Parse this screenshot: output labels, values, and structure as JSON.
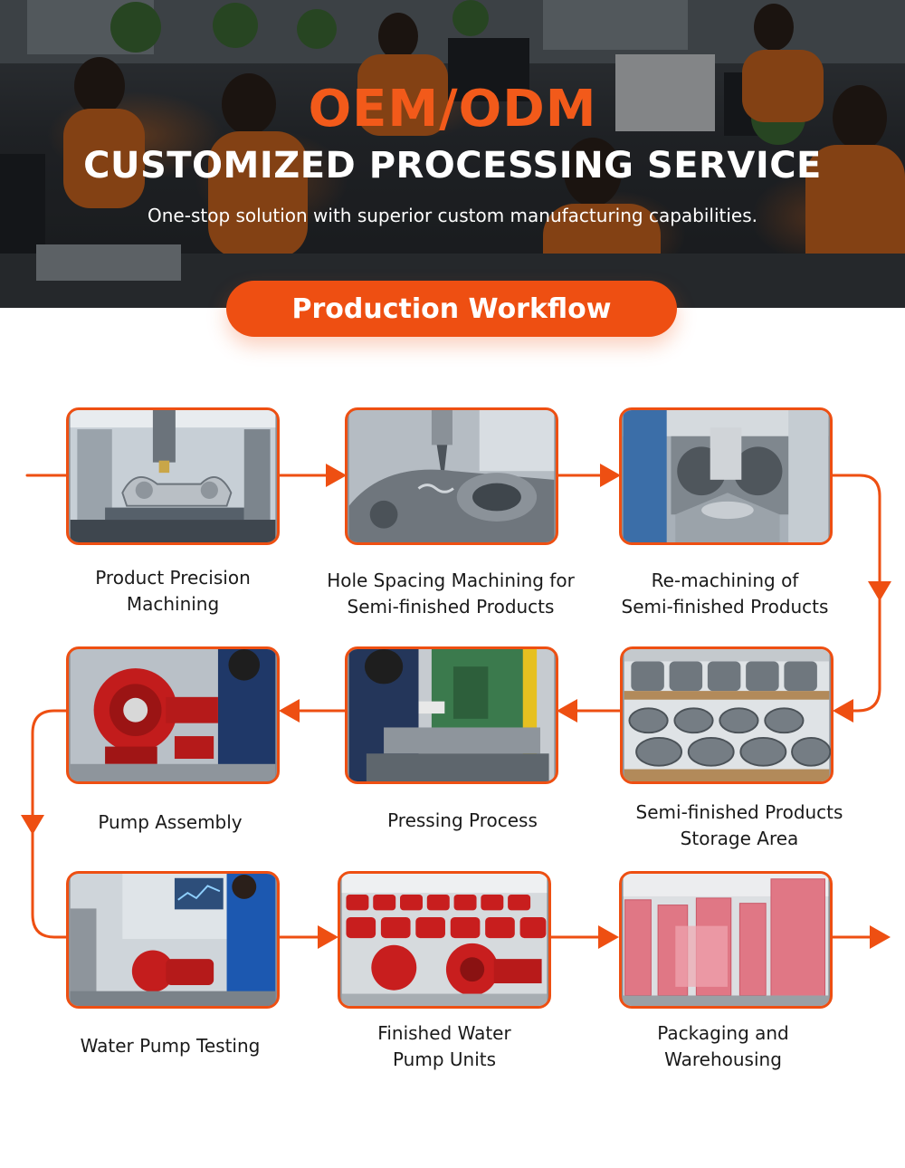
{
  "hero": {
    "title": "OEM/ODM",
    "subtitle": "CUSTOMIZED PROCESSING SERVICE",
    "tagline": "One-stop solution with superior custom manufacturing capabilities.",
    "section_label": "Production Workflow"
  },
  "colors": {
    "accent": "#ee4f12",
    "text": "#1a1a1a",
    "background": "#ffffff"
  },
  "steps": [
    {
      "order": 1,
      "icon": "cnc-machine-photo",
      "lines": [
        "Product Precision",
        "Machining"
      ]
    },
    {
      "order": 2,
      "icon": "drill-casting-photo",
      "lines": [
        "Hole Spacing Machining for",
        "Semi-finished Products"
      ]
    },
    {
      "order": 3,
      "icon": "polishing-line-photo",
      "lines": [
        "Re-machining of",
        "Semi-finished Products"
      ]
    },
    {
      "order": 4,
      "icon": "storage-pallets-photo",
      "lines": [
        "Semi-finished Products",
        "Storage Area"
      ]
    },
    {
      "order": 5,
      "icon": "press-machine-photo",
      "lines": [
        "Pressing Process"
      ]
    },
    {
      "order": 6,
      "icon": "red-pump-assembly-photo",
      "lines": [
        "Pump Assembly"
      ]
    },
    {
      "order": 7,
      "icon": "pump-test-bench-photo",
      "lines": [
        "Water Pump Testing"
      ]
    },
    {
      "order": 8,
      "icon": "finished-pumps-photo",
      "lines": [
        "Finished Water",
        "Pump Units"
      ]
    },
    {
      "order": 9,
      "icon": "wrapped-pallets-photo",
      "lines": [
        "Packaging and",
        "Warehousing"
      ]
    }
  ]
}
